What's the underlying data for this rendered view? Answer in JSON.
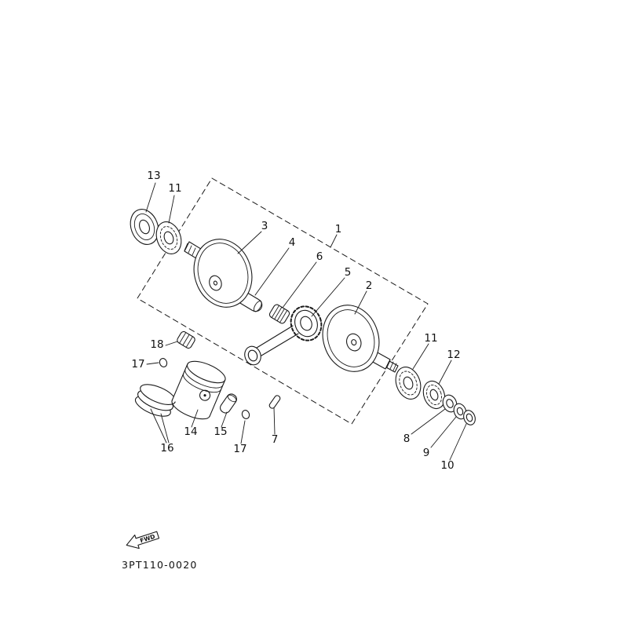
{
  "page": {
    "background": "#ffffff",
    "line_color": "#1a1a1a"
  },
  "diagram": {
    "labels": {
      "l1": "1",
      "l2": "2",
      "l3": "3",
      "l4": "4",
      "l5": "5",
      "l6": "6",
      "l7": "7",
      "l8": "8",
      "l9": "9",
      "l10": "10",
      "l11a": "11",
      "l11b": "11",
      "l12": "12",
      "l13": "13",
      "l14": "14",
      "l15": "15",
      "l16": "16",
      "l17a": "17",
      "l17b": "17",
      "l18": "18"
    },
    "fwd_label": "FWD",
    "code": "3PT110-0020"
  }
}
